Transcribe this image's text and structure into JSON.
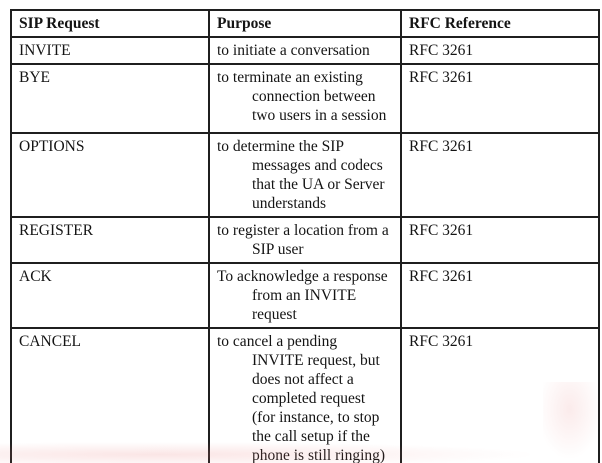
{
  "table": {
    "columns": [
      "SIP Request",
      "Purpose",
      "RFC Reference"
    ],
    "rows": [
      {
        "request": "INVITE",
        "purpose_lines": [
          "to initiate a conversation"
        ],
        "rfc": "RFC 3261"
      },
      {
        "request": "BYE",
        "purpose_lines": [
          "to terminate an existing",
          "connection between",
          "two users in a session"
        ],
        "rfc": "RFC 3261"
      },
      {
        "request": "OPTIONS",
        "purpose_lines": [
          "to determine the SIP",
          "messages and codecs",
          "that the UA or Server",
          "understands"
        ],
        "rfc": "RFC 3261"
      },
      {
        "request": "REGISTER",
        "purpose_lines": [
          "to register a location from a",
          "SIP user"
        ],
        "rfc": "RFC 3261"
      },
      {
        "request": "ACK",
        "purpose_lines": [
          "To acknowledge a response",
          "from an INVITE",
          "request"
        ],
        "rfc": "RFC 3261"
      },
      {
        "request": "CANCEL",
        "purpose_lines": [
          "to cancel a pending",
          "INVITE request, but",
          "does not affect a",
          "completed request",
          "(for instance, to stop",
          "the call setup if the",
          "phone is still ringing)"
        ],
        "rfc": "RFC 3261"
      }
    ]
  },
  "colors": {
    "border": "#1f1f1f",
    "text": "#141414",
    "background": "#ffffff",
    "watermark": "#e87d7d"
  }
}
